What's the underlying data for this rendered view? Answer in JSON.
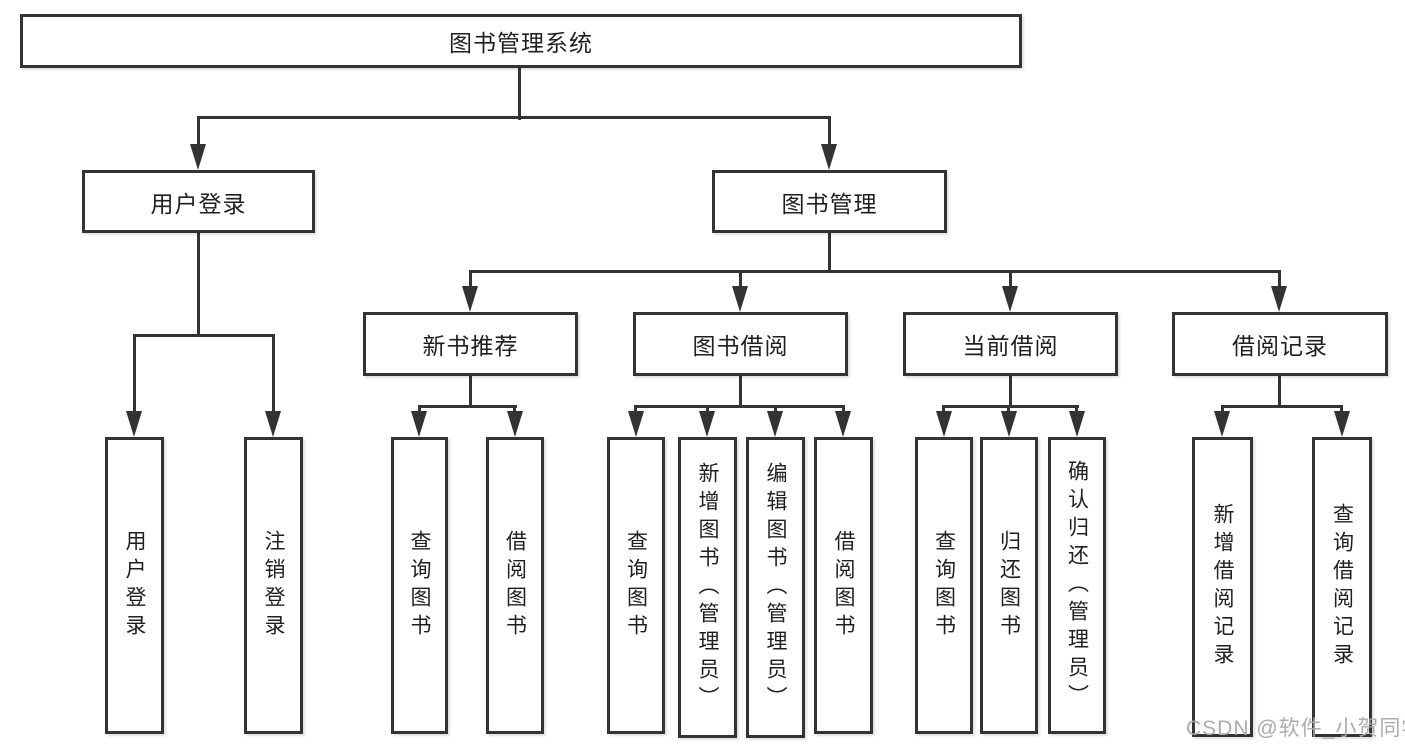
{
  "diagram": {
    "title_node": {
      "label": "图书管理系统"
    },
    "level2": {
      "user_login": {
        "label": "用户登录",
        "children": [
          {
            "label": "用户登录"
          },
          {
            "label": "注销登录"
          }
        ]
      },
      "book_mgmt": {
        "label": "图书管理"
      }
    },
    "level3": {
      "new_book": {
        "label": "新书推荐",
        "children": [
          {
            "label": "查询图书"
          },
          {
            "label": "借阅图书"
          }
        ]
      },
      "borrow": {
        "label": "图书借阅",
        "children": [
          {
            "label": "查询图书"
          },
          {
            "label": "新增图书（管理员）"
          },
          {
            "label": "编辑图书（管理员）"
          },
          {
            "label": "借阅图书"
          }
        ]
      },
      "current": {
        "label": "当前借阅",
        "children": [
          {
            "label": "查询图书"
          },
          {
            "label": "归还图书"
          },
          {
            "label": "确认归还（管理员）"
          }
        ]
      },
      "records": {
        "label": "借阅记录",
        "children": [
          {
            "label": "新增借阅记录"
          },
          {
            "label": "查询借阅记录"
          }
        ]
      }
    },
    "watermark": {
      "text": "CSDN @软件_小贺同学"
    },
    "colors": {
      "line": "#333333",
      "border": "#333333",
      "fill": "#ffffff",
      "text": "#1f1f1f",
      "watermark": "#a8a8a8",
      "background": "#ffffff"
    }
  }
}
